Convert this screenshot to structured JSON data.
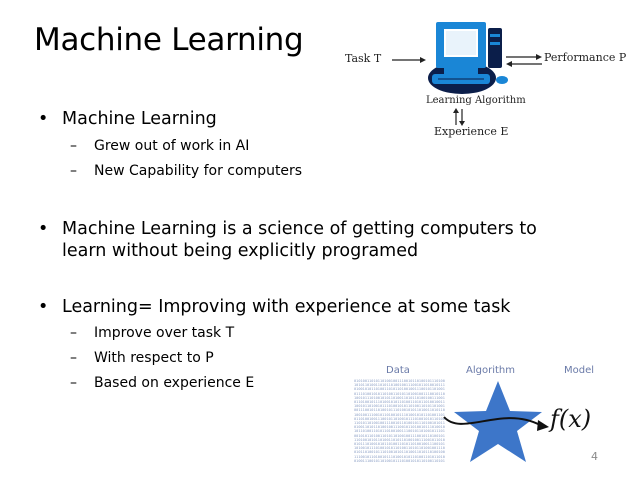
{
  "slide": {
    "title": "Machine Learning",
    "page_number": "4"
  },
  "bullets": [
    {
      "text": "Machine Learning",
      "sub": [
        "Grew out of work in AI",
        "New Capability for computers"
      ]
    },
    {
      "lines": [
        "Machine Learning is a science of getting computers to",
        "learn without being explicitly programed"
      ],
      "sub": []
    },
    {
      "text": "Learning= Improving with experience at some task",
      "sub": [
        "Improve over task T",
        "With respect to P",
        "Based on experience E"
      ]
    }
  ],
  "diagram": {
    "task_label": "Task T",
    "performance_label": "Performance P",
    "algorithm_label": "Learning Algorithm",
    "experience_label": "Experience E",
    "icon": "computer-icon",
    "colors": {
      "computer_blue": "#1a86d6",
      "computer_dark": "#0b1e4a"
    }
  },
  "figure": {
    "data_label": "Data",
    "algorithm_label": "Algorithm",
    "model_label": "Model",
    "model_formula": "f(x)",
    "matrix_digits": "0101001101011010010011100101101001011101001010110100110101101001001110010110100101110100101011010011010110100100111001011010010111010010101101001101011010010011100101101001011101001010110100110101101001001110010110100101110100101011010011010110100100111001011010010111010010101101001101011010010011100101101001011101001010110100110101101001001110010110100101110100101011010011010110100100111001011010010111010010101101001101011010010011100101101001011101001010110100110101101001001110010110100101110100101011010011010110100100111001011010010111010010101101001101011010010011100101101001011101001010110100110101101001001110010110100101110100101011010011010110100100111001011010010111010010101101001101011010010011100101101001011101001010110100110101101001001110010110100101110100101011010011010110100100111001011010010111010010101101001101011010010011100101101",
    "colors": {
      "star": "#3d76c9",
      "header_text": "#6a7aa8",
      "matrix": "#8fa2c7"
    }
  }
}
